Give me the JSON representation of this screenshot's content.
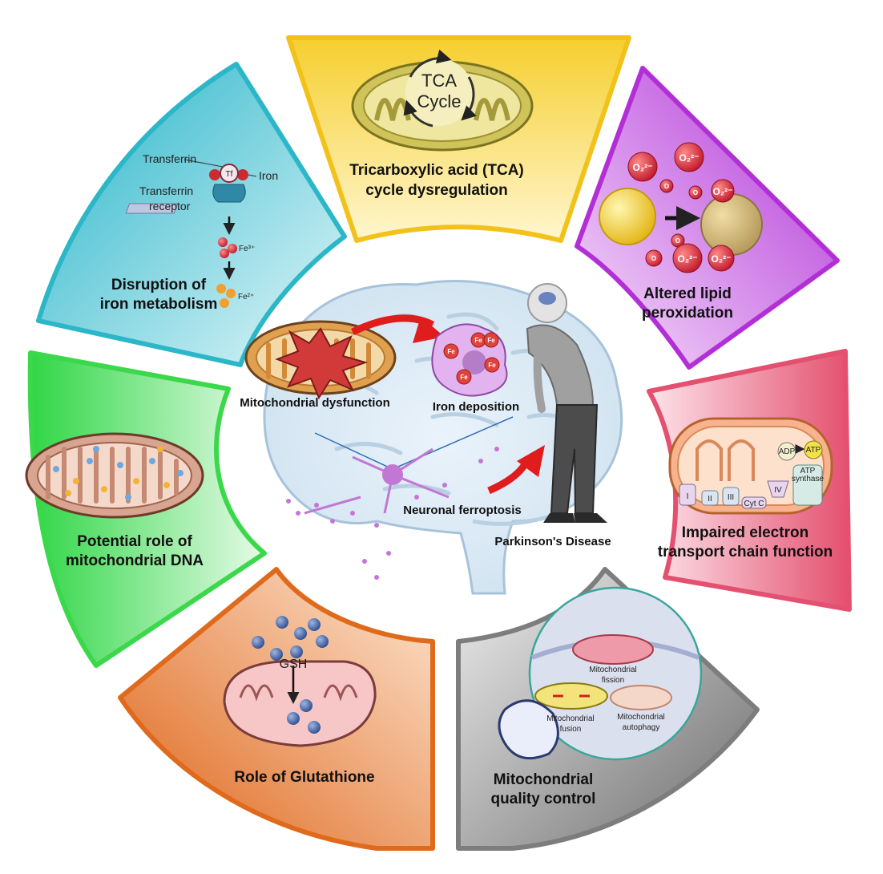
{
  "segments": {
    "tca": {
      "line1": "Tricarboxylic acid (TCA)",
      "line2": "cycle dysregulation",
      "cycle_line1": "TCA",
      "cycle_line2": "Cycle",
      "color": "#f3cc2f"
    },
    "lipid": {
      "line1": "Altered lipid",
      "line2": "peroxidation",
      "o2": "O₂²⁻",
      "o": "O",
      "color": "#b02fd6"
    },
    "etc": {
      "line1": "Impaired electron",
      "line2": "transport chain function",
      "adp": "ADP",
      "atp": "ATP",
      "synthase_1": "ATP",
      "synthase_2": "synthase",
      "c1": "I",
      "c2": "II",
      "c3": "III",
      "cytc": "Cyt C",
      "c4": "IV",
      "color": "#e6577c"
    },
    "quality": {
      "line1": "Mitochondrial",
      "line2": "quality control",
      "fission_1": "Mitochondrial",
      "fission_2": "fission",
      "fusion_1": "Mitochondrial",
      "fusion_2": "fusion",
      "autophagy_1": "Mitochondrial",
      "autophagy_2": "autophagy",
      "color": "#7a7a7a"
    },
    "glutathione": {
      "line1": "Role of Glutathione",
      "gsh": "GSH",
      "color": "#e06a1b"
    },
    "mtdna": {
      "line1": "Potential role of",
      "line2": "mitochondrial DNA",
      "color": "#39d84a"
    },
    "iron": {
      "line1": "Disruption of",
      "line2": "iron metabolism",
      "transferrin": "Transferrin",
      "iron_label": "Iron",
      "tf": "Tf",
      "receptor_1": "Transferrin",
      "receptor_2": "receptor",
      "fe3": "Fe³⁺",
      "fe2": "Fe²⁺",
      "color": "#2cb7c9"
    }
  },
  "center": {
    "mito_dysfunction": "Mitochondrial dysfunction",
    "iron_deposition": "Iron deposition",
    "fe": "Fe",
    "neuronal_ferroptosis": "Neuronal ferroptosis",
    "parkinsons": "Parkinson's Disease"
  }
}
